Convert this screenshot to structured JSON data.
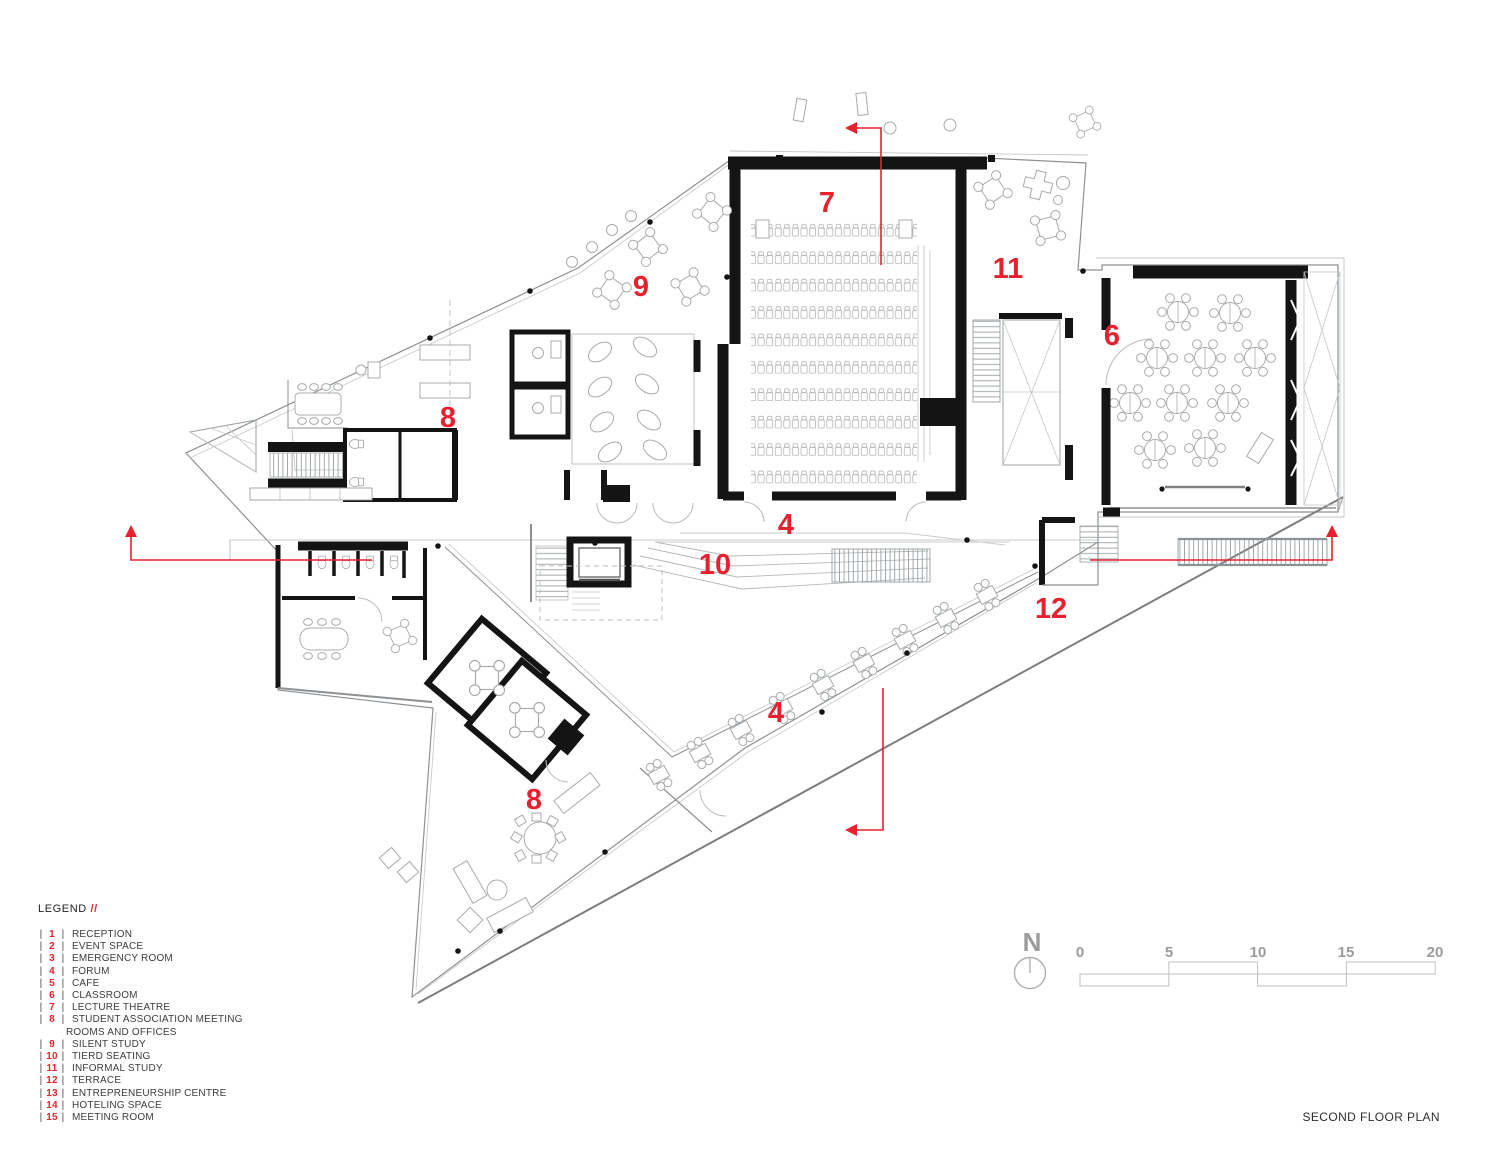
{
  "title": "SECOND FLOOR PLAN",
  "north_label": "N",
  "legend": {
    "header": "LEGEND",
    "header_slashes": "//",
    "items": [
      {
        "num": "1",
        "label": "RECEPTION"
      },
      {
        "num": "2",
        "label": "EVENT SPACE"
      },
      {
        "num": "3",
        "label": "EMERGENCY ROOM"
      },
      {
        "num": "4",
        "label": "FORUM"
      },
      {
        "num": "5",
        "label": "CAFE"
      },
      {
        "num": "6",
        "label": "CLASSROOM"
      },
      {
        "num": "7",
        "label": "LECTURE THEATRE"
      },
      {
        "num": "8",
        "label": "STUDENT ASSOCIATION MEETING",
        "label2": "ROOMS AND OFFICES"
      },
      {
        "num": "9",
        "label": "SILENT STUDY"
      },
      {
        "num": "10",
        "label": "TIERD SEATING"
      },
      {
        "num": "11",
        "label": "INFORMAL STUDY"
      },
      {
        "num": "12",
        "label": "TERRACE"
      },
      {
        "num": "13",
        "label": "ENTREPRENEURSHIP CENTRE"
      },
      {
        "num": "14",
        "label": "HOTELING SPACE"
      },
      {
        "num": "15",
        "label": "MEETING ROOM"
      }
    ]
  },
  "scale_bar": {
    "ticks": [
      "0",
      "5",
      "10",
      "15",
      "20"
    ]
  },
  "plan_labels": [
    {
      "id": "lecture-theatre",
      "text": "7"
    },
    {
      "id": "silent-study",
      "text": "9"
    },
    {
      "id": "informal-study",
      "text": "11"
    },
    {
      "id": "classroom",
      "text": "6"
    },
    {
      "id": "student-association-upper",
      "text": "8"
    },
    {
      "id": "forum-upper",
      "text": "4"
    },
    {
      "id": "tiered-seating",
      "text": "10"
    },
    {
      "id": "terrace",
      "text": "12"
    },
    {
      "id": "forum-lower",
      "text": "4"
    },
    {
      "id": "student-association-lower",
      "text": "8"
    }
  ],
  "colors": {
    "accent_red": "#e8212e",
    "wall_black": "#141414",
    "line_gray": "#8d9194"
  }
}
